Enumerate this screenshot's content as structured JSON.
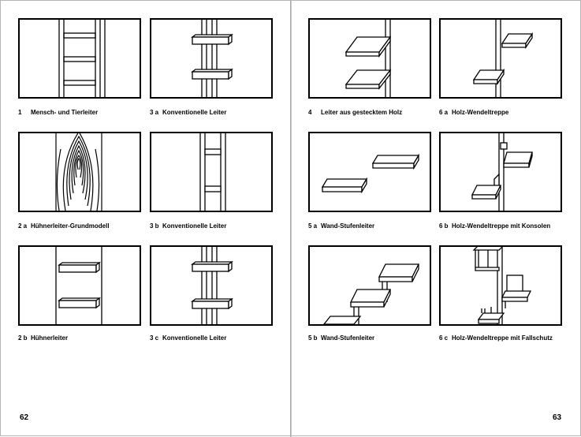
{
  "left_page": {
    "page_number": "62",
    "figures": [
      {
        "number": "1",
        "label": "Mensch- und Tierleiter"
      },
      {
        "number": "3 a",
        "label": "Konventionelle Leiter"
      },
      {
        "number": "2 a",
        "label": "Hühnerleiter-Grundmodell"
      },
      {
        "number": "3 b",
        "label": "Konventionelle Leiter"
      },
      {
        "number": "2 b",
        "label": "Hühnerleiter"
      },
      {
        "number": "3 c",
        "label": "Konventionelle Leiter"
      }
    ]
  },
  "right_page": {
    "page_number": "63",
    "figures": [
      {
        "number": "4",
        "label": "Leiter aus gestecktem Holz"
      },
      {
        "number": "6 a",
        "label": "Holz-Wendeltreppe"
      },
      {
        "number": "5 a",
        "label": "Wand-Stufenleiter"
      },
      {
        "number": "6 b",
        "label": "Holz-Wendeltreppe mit Konsolen"
      },
      {
        "number": "5 b",
        "label": "Wand-Stufenleiter"
      },
      {
        "number": "6 c",
        "label": "Holz-Wendeltreppe mit Fallschutz"
      }
    ]
  }
}
